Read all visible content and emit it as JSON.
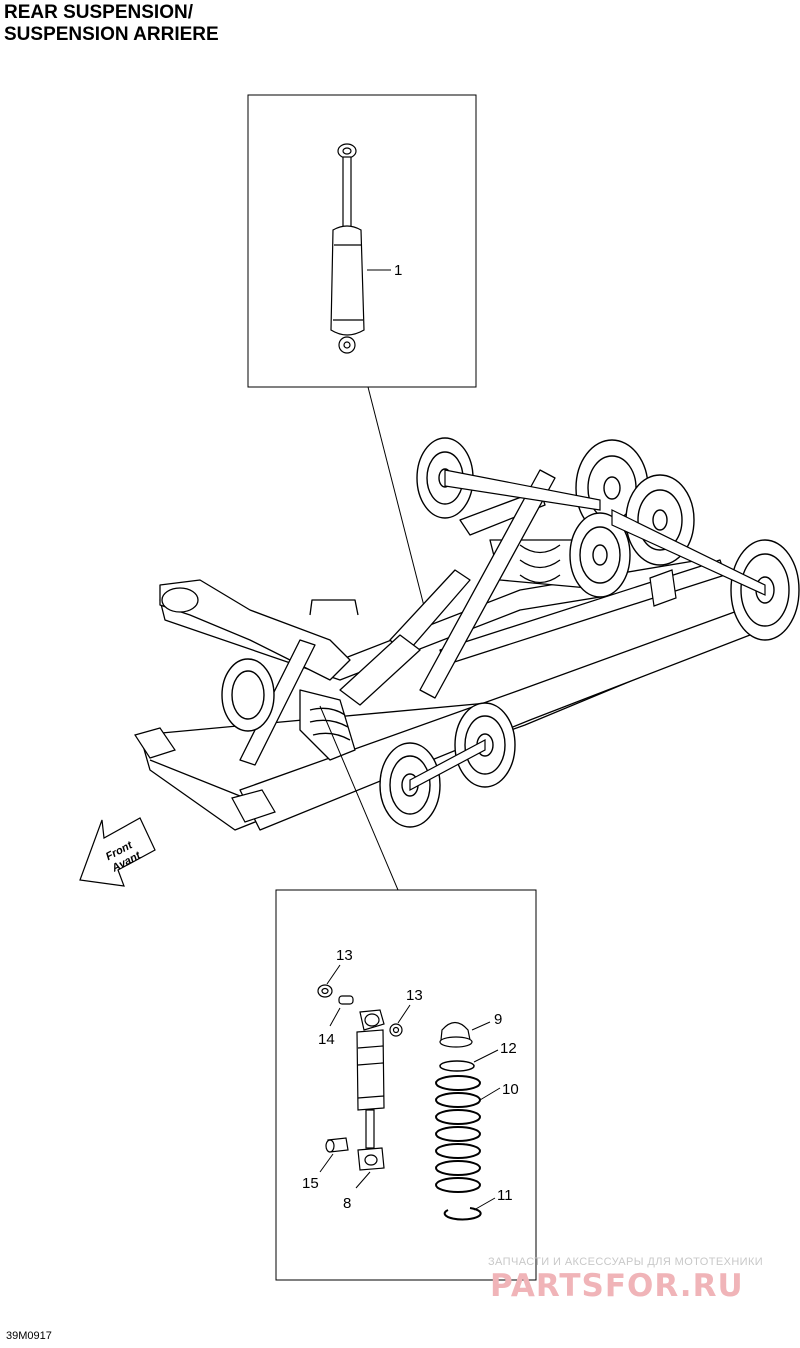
{
  "title": {
    "line1": "REAR SUSPENSION/",
    "line2": "SUSPENSION ARRIERE"
  },
  "figure_code": "39M0917",
  "direction_arrow": {
    "line1": "Front",
    "line2": "Avant"
  },
  "callouts": {
    "c1": "1",
    "c13a": "13",
    "c13b": "13",
    "c14": "14",
    "c9": "9",
    "c12": "12",
    "c10": "10",
    "c15": "15",
    "c8": "8",
    "c11": "11"
  },
  "watermark": {
    "caption": "ЗАПЧАСТИ И АКСЕССУАРЫ ДЛЯ МОТОТЕХНИКИ",
    "logo": "PARTSFOR.RU"
  }
}
